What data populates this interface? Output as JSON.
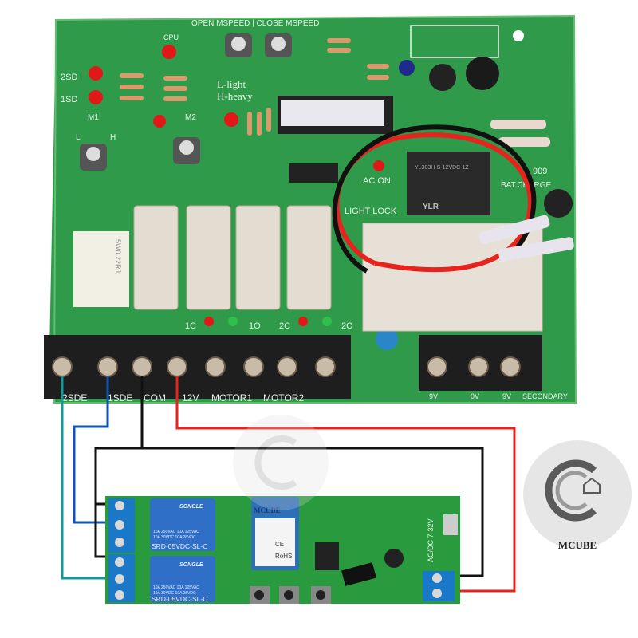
{
  "main_board": {
    "header_label": "OPEN MSPEED | CLOSE MSPEED",
    "cpu_label": "CPU",
    "sd2": "2SD",
    "sd1": "1SD",
    "m1": "M1",
    "m2": "M2",
    "light": "L-light",
    "heavy": "H-heavy",
    "l": "L",
    "h": "H",
    "ac_on": "AC ON",
    "light_lock": "LIGHT   LOCK",
    "model": "909",
    "bat_charge": "BAT.CHARGE",
    "resistor": "5W0.22RJ",
    "relay_outputs": [
      "1C",
      "1O",
      "2C",
      "2O"
    ],
    "terminals": [
      "2SDE",
      "1SDE",
      "COM",
      "12V",
      "MOTOR1",
      "MOTOR2"
    ],
    "power_terminals": [
      "9V",
      "0V",
      "9V",
      "SECONDARY"
    ],
    "relay_brand": "YLR",
    "relay_part": "YL303H-S-12VDC-1Z"
  },
  "wifi_module": {
    "relay_brand": "SONGLE",
    "relay_ratings": "10A 250VAC  10A 125VAC",
    "relay_ratings2": "10A 30VDC  10A 28VDC",
    "relay_part": "SRD-05VDC-SL-C",
    "chip_rohs": "RoHS",
    "chip_ce": "CE",
    "power_label": "AC/DC 7-32V",
    "brand_overlay": "MCUBE"
  },
  "logo": {
    "text": "MCUBE"
  },
  "colors": {
    "pcb_green": "#2f9a4a",
    "module_green": "#2a9a3e",
    "wire_red": "#e8231e",
    "wire_teal": "#14989a",
    "wire_blue": "#1153b3",
    "terminal_blue": "#1a78c8"
  }
}
